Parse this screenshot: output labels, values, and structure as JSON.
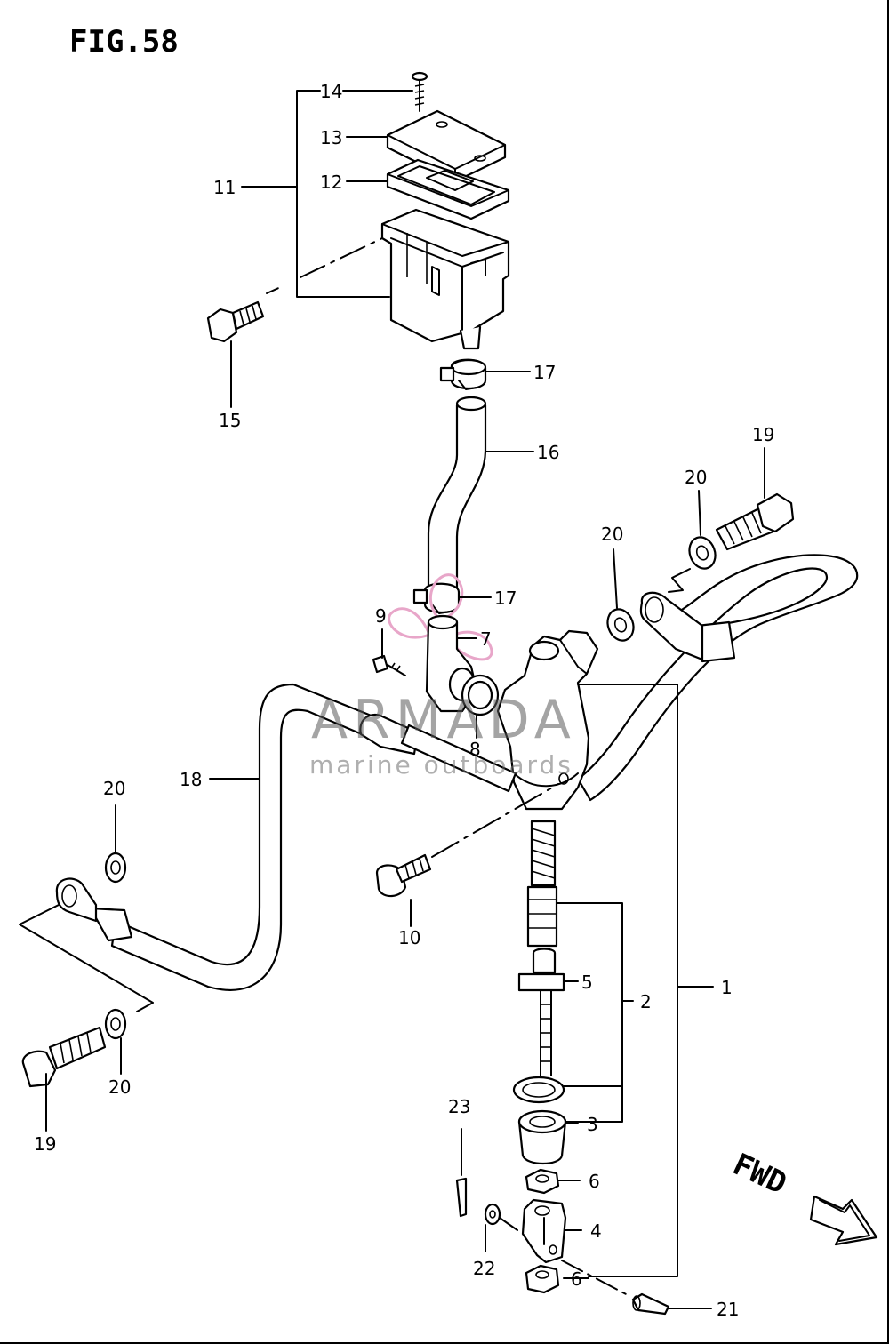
{
  "figure": {
    "title": "FIG.58",
    "direction_label": "FWD"
  },
  "watermark": {
    "brand": "ARMADA",
    "subtitle": "marine outboards",
    "logo_color": "#e8a6c9",
    "text_color": "#6b6b6b"
  },
  "callouts": {
    "c1": "1",
    "c2": "2",
    "c3": "3",
    "c4": "4",
    "c5": "5",
    "c6a": "6",
    "c6b": "6",
    "c7": "7",
    "c8": "8",
    "c9": "9",
    "c10": "10",
    "c11": "11",
    "c12": "12",
    "c13": "13",
    "c14": "14",
    "c15": "15",
    "c16": "16",
    "c17a": "17",
    "c17b": "17",
    "c18": "18",
    "c19a": "19",
    "c19b": "19",
    "c20a": "20",
    "c20b": "20",
    "c20c": "20",
    "c20d": "20",
    "c21": "21",
    "c22": "22",
    "c23": "23"
  }
}
